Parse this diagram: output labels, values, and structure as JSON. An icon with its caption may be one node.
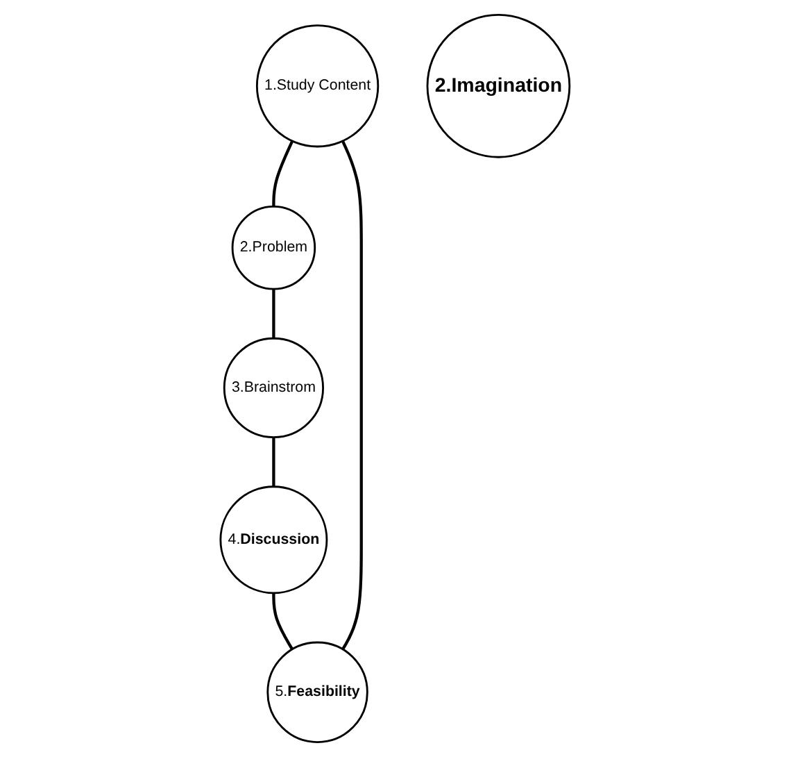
{
  "diagram": {
    "nodes": [
      {
        "text": [
          "1.Study Content"
        ]
      },
      {
        "text": [
          "2.Problem"
        ]
      },
      {
        "text": [
          "3.Brainstrom"
        ]
      },
      {
        "text": [
          "4.**Discussion**"
        ]
      },
      {
        "text": [
          "5.**Feasibility**"
        ]
      },
      {
        "text": [
          "2.Imagination"
        ]
      }
    ],
    "edges": [
      {
        "from": 0,
        "to": 1,
        "arrow": "none"
      },
      {
        "from": 1,
        "to": 2,
        "arrow": "none"
      },
      {
        "from": 2,
        "to": 3,
        "arrow": "none"
      },
      {
        "from": 3,
        "to": 4,
        "arrow": "none"
      },
      {
        "from": 4,
        "to": 0,
        "arrow": "none"
      }
    ]
  }
}
